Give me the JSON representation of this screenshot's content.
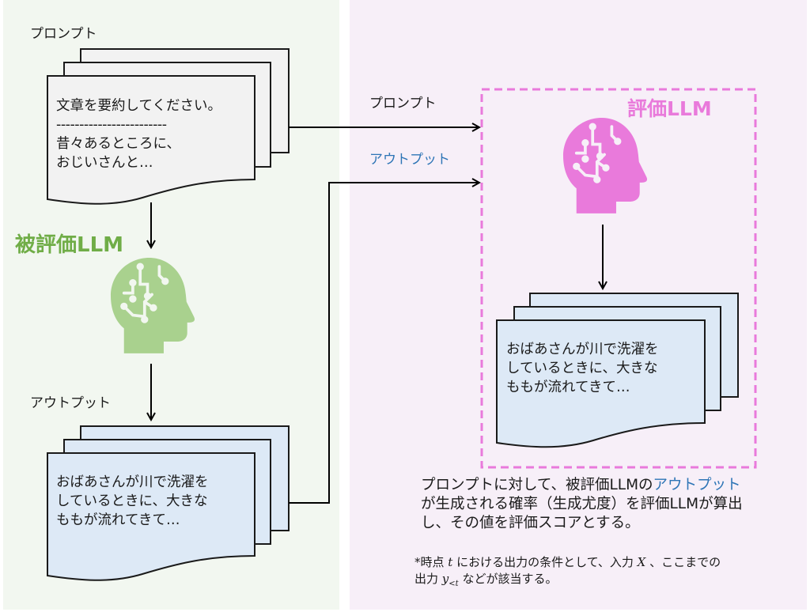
{
  "colors": {
    "left_panel_bg": "#f2f7f0",
    "right_panel_bg": "#f7eff8",
    "target_llm": "#70ad47",
    "target_head": "#a9d18e",
    "judge_llm": "#e97adb",
    "output_blue": "#2e75b6",
    "prompt_doc_fill": "#f2f2f2",
    "output_doc_fill": "#dde9f6"
  },
  "left": {
    "prompt_label": "プロンプト",
    "prompt_doc": {
      "line1": "文章を要約してください。",
      "separator": "------------------------",
      "line2": "昔々あるところに、",
      "line3": "おじいさんと…"
    },
    "target_llm_title": "被評価LLM",
    "target_llm_icon": "brain-circuit-head-icon",
    "output_label": "アウトプット",
    "output_doc": {
      "line1": "おばあさんが川で洗濯を",
      "line2": "しているときに、大きな",
      "line3": "ももが流れてきて…"
    }
  },
  "right": {
    "prompt_arrow_label": "プロンプト",
    "output_arrow_label": "アウトプット",
    "judge_llm_title": "評価LLM",
    "judge_llm_icon": "brain-circuit-head-icon",
    "output_doc": {
      "line1": "おばあさんが川で洗濯を",
      "line2": "しているときに、大きな",
      "line3": "ももが流れてきて…"
    },
    "description": {
      "line1_a": "プロンプトに対して、被評価LLMの",
      "line1_b": "アウトプット",
      "line2": "が生成される確率（生成尤度）を評価LLMが算出",
      "line3": "し、その値を評価スコアとする。"
    },
    "footnote": {
      "line1_a": "*時点 ",
      "var_t": "t",
      "line1_b": " における出力の条件として、入力 ",
      "var_x": "X",
      "line1_c": " 、ここまでの",
      "line2_a": "出力 ",
      "var_y": "y",
      "var_y_sub": "<t",
      "line2_b": " などが該当する。"
    }
  }
}
